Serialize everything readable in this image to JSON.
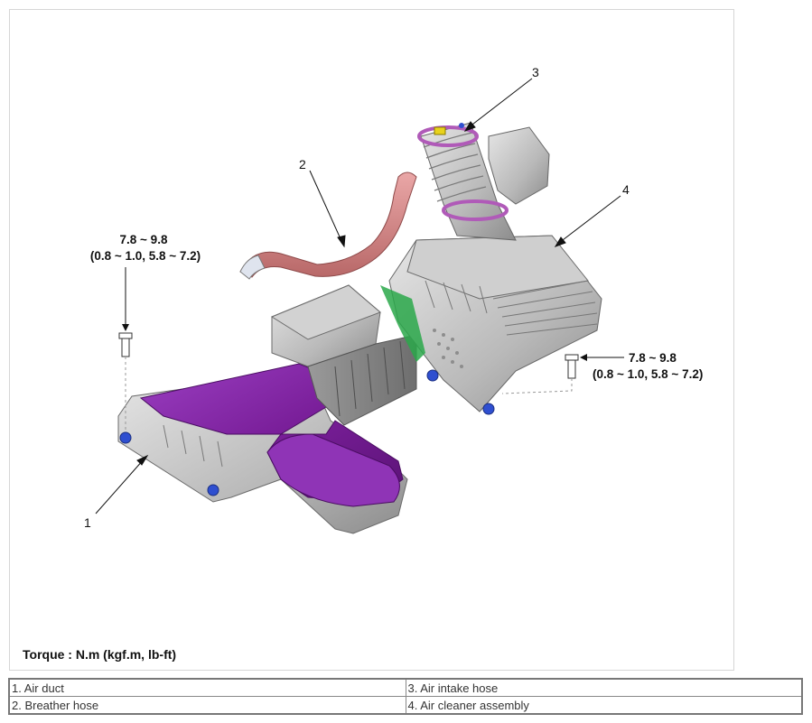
{
  "diagram": {
    "callouts": [
      {
        "num": "1"
      },
      {
        "num": "2"
      },
      {
        "num": "3"
      },
      {
        "num": "4"
      }
    ],
    "torque_left": {
      "line1": "7.8 ~ 9.8",
      "line2": "(0.8 ~ 1.0, 5.8 ~ 7.2)"
    },
    "torque_right": {
      "line1": "7.8 ~ 9.8",
      "line2": "(0.8 ~ 1.0, 5.8 ~ 7.2)"
    },
    "torque_note": "Torque : N.m (kgf.m, lb-ft)",
    "colors": {
      "duct_purple": "#7a1f9a",
      "body_gray": "#bdbdbd",
      "hose_pink": "#d98a8a",
      "seal_green": "#2aa84a",
      "bolt_blue": "#2f4fd0"
    }
  },
  "legend": {
    "rows": [
      {
        "left": "1.  Air duct",
        "right": "3. Air intake hose"
      },
      {
        "left": "2.  Breather hose",
        "right": "4.  Air cleaner assembly"
      }
    ]
  }
}
